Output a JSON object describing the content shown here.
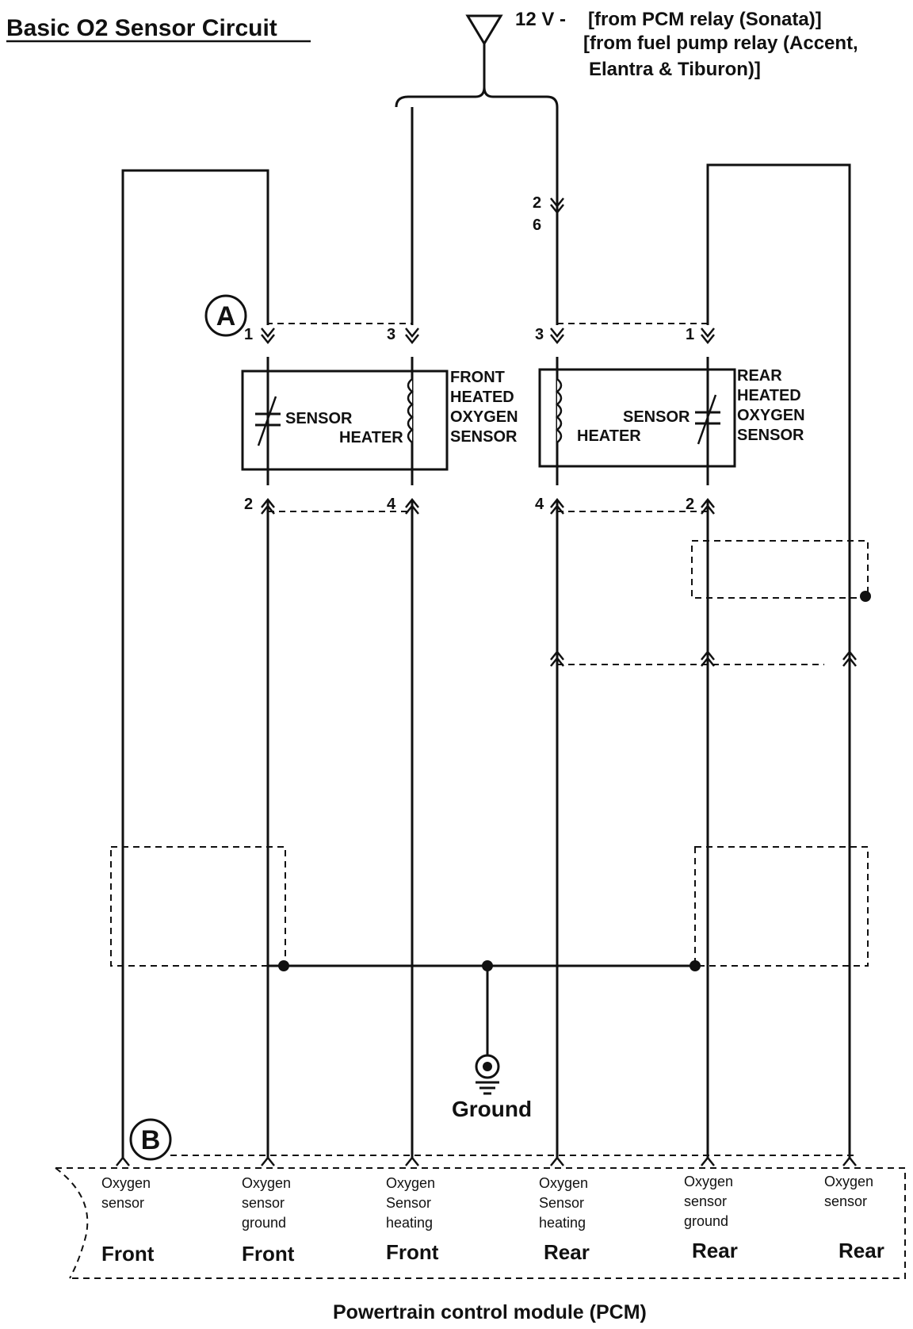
{
  "title": "Basic O2 Sensor Circuit",
  "supply": {
    "voltage": "12 V -",
    "line1": "[from PCM relay (Sonata)]",
    "line2": "[from fuel pump relay (Accent,",
    "line3": "Elantra & Tiburon)]"
  },
  "markers": {
    "a": "A",
    "b": "B"
  },
  "connector_pins": {
    "inline_top": "2",
    "inline_bottom": "6",
    "front_1": "1",
    "front_3": "3",
    "front_2": "2",
    "front_4": "4",
    "rear_3": "3",
    "rear_1": "1",
    "rear_4": "4",
    "rear_2": "2"
  },
  "front_sensor": {
    "sensor_label": "SENSOR",
    "heater_label": "HEATER",
    "name": [
      "FRONT",
      "HEATED",
      "OXYGEN",
      "SENSOR"
    ]
  },
  "rear_sensor": {
    "sensor_label": "SENSOR",
    "heater_label": "HEATER",
    "name": [
      "REAR",
      "HEATED",
      "OXYGEN",
      "SENSOR"
    ]
  },
  "ground_label": "Ground",
  "pcm": {
    "name": "Powertrain control module (PCM)",
    "terminals": [
      {
        "lines": [
          "Oxygen",
          "sensor"
        ],
        "position": "Front"
      },
      {
        "lines": [
          "Oxygen",
          "sensor",
          "ground"
        ],
        "position": "Front"
      },
      {
        "lines": [
          "Oxygen",
          "Sensor",
          "heating"
        ],
        "position": "Front"
      },
      {
        "lines": [
          "Oxygen",
          "Sensor",
          "heating"
        ],
        "position": "Rear"
      },
      {
        "lines": [
          "Oxygen",
          "sensor",
          "ground"
        ],
        "position": "Rear"
      },
      {
        "lines": [
          "Oxygen",
          "sensor"
        ],
        "position": "Rear"
      }
    ]
  }
}
